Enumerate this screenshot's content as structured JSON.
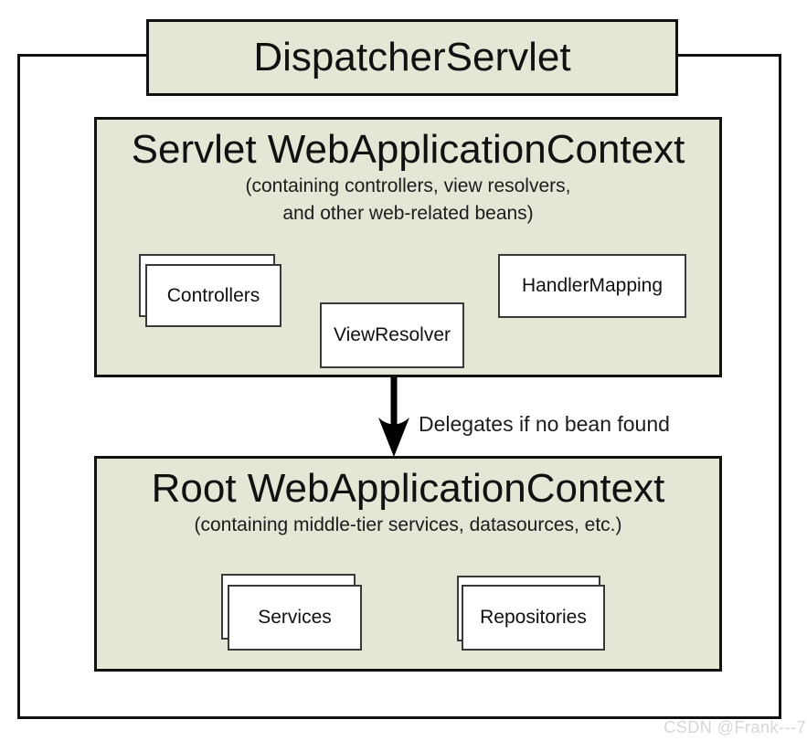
{
  "colors": {
    "box_fill": "#e4e6d6",
    "outline": "#111111",
    "inner_outline": "#3a3a3a",
    "arrow": "#000000",
    "watermark": "#d8d5d5"
  },
  "dispatcher": {
    "title": "DispatcherServlet"
  },
  "servlet_context": {
    "title": "Servlet WebApplicationContext",
    "subtitle_line1": "(containing controllers, view resolvers,",
    "subtitle_line2": "and other web-related beans)",
    "boxes": [
      {
        "label": "Controllers"
      },
      {
        "label": "ViewResolver"
      },
      {
        "label": "HandlerMapping"
      }
    ]
  },
  "arrow": {
    "label": "Delegates if no bean found"
  },
  "root_context": {
    "title": "Root WebApplicationContext",
    "subtitle": "(containing middle-tier services, datasources, etc.)",
    "boxes": [
      {
        "label": "Services"
      },
      {
        "label": "Repositories"
      }
    ]
  },
  "watermark": "CSDN @Frank---7"
}
